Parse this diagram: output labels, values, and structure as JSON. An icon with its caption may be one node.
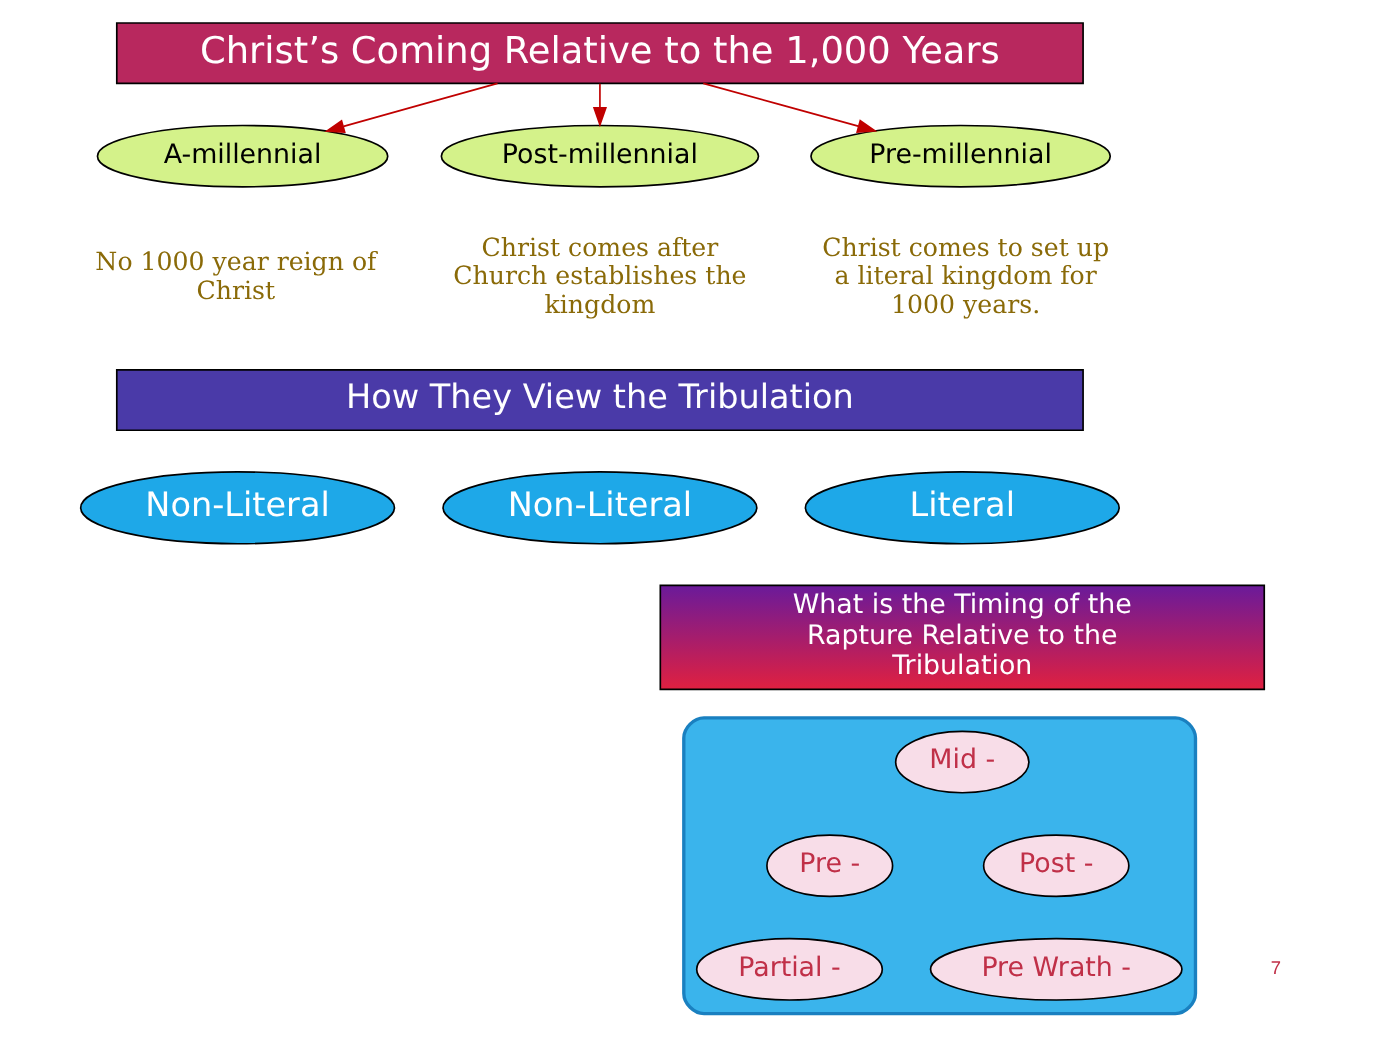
{
  "diagram": {
    "nodes": [
      {
        "text": [
          "Christ’s Coming Relative to the 1,000 Years"
        ]
      },
      {
        "text": [
          "A-millennial"
        ],
        "beside": [
          "No 1000 year reign of Christ"
        ]
      },
      {
        "text": [
          "Post-millennial"
        ],
        "beside": [
          "Christ comes after Church establishes the kingdom"
        ]
      },
      {
        "text": [
          "Pre-millennial"
        ],
        "beside": [
          "Christ comes to set up a literal kingdom for 1000 years."
        ]
      },
      {
        "text": [
          "How They View the Tribulation"
        ]
      },
      {
        "text": [
          "Non-Literal"
        ]
      },
      {
        "text": [
          "Non-Literal"
        ]
      },
      {
        "text": [
          "Literal"
        ]
      },
      {
        "text": [
          "What is the Timing of the Rapture Relative to the Tribulation"
        ]
      },
      {
        "text": [],
        "shape": "ellipse"
      },
      {
        "text": [
          "Pre -"
        ],
        "in": 9
      },
      {
        "text": [
          "Mid -"
        ],
        "in": 9
      },
      {
        "text": [
          "Post -"
        ],
        "in": 9
      },
      {
        "text": [
          "Partial -"
        ],
        "in": 9
      },
      {
        "text": [
          "Pre Wrath -"
        ],
        "in": 9
      }
    ],
    "edges": [
      {
        "from": 0,
        "to": 1,
        "arrow": "to"
      },
      {
        "from": 0,
        "to": 2,
        "arrow": "to"
      },
      {
        "from": 0,
        "to": 3,
        "arrow": "to"
      }
    ],
    "labels": [
      "7"
    ]
  }
}
